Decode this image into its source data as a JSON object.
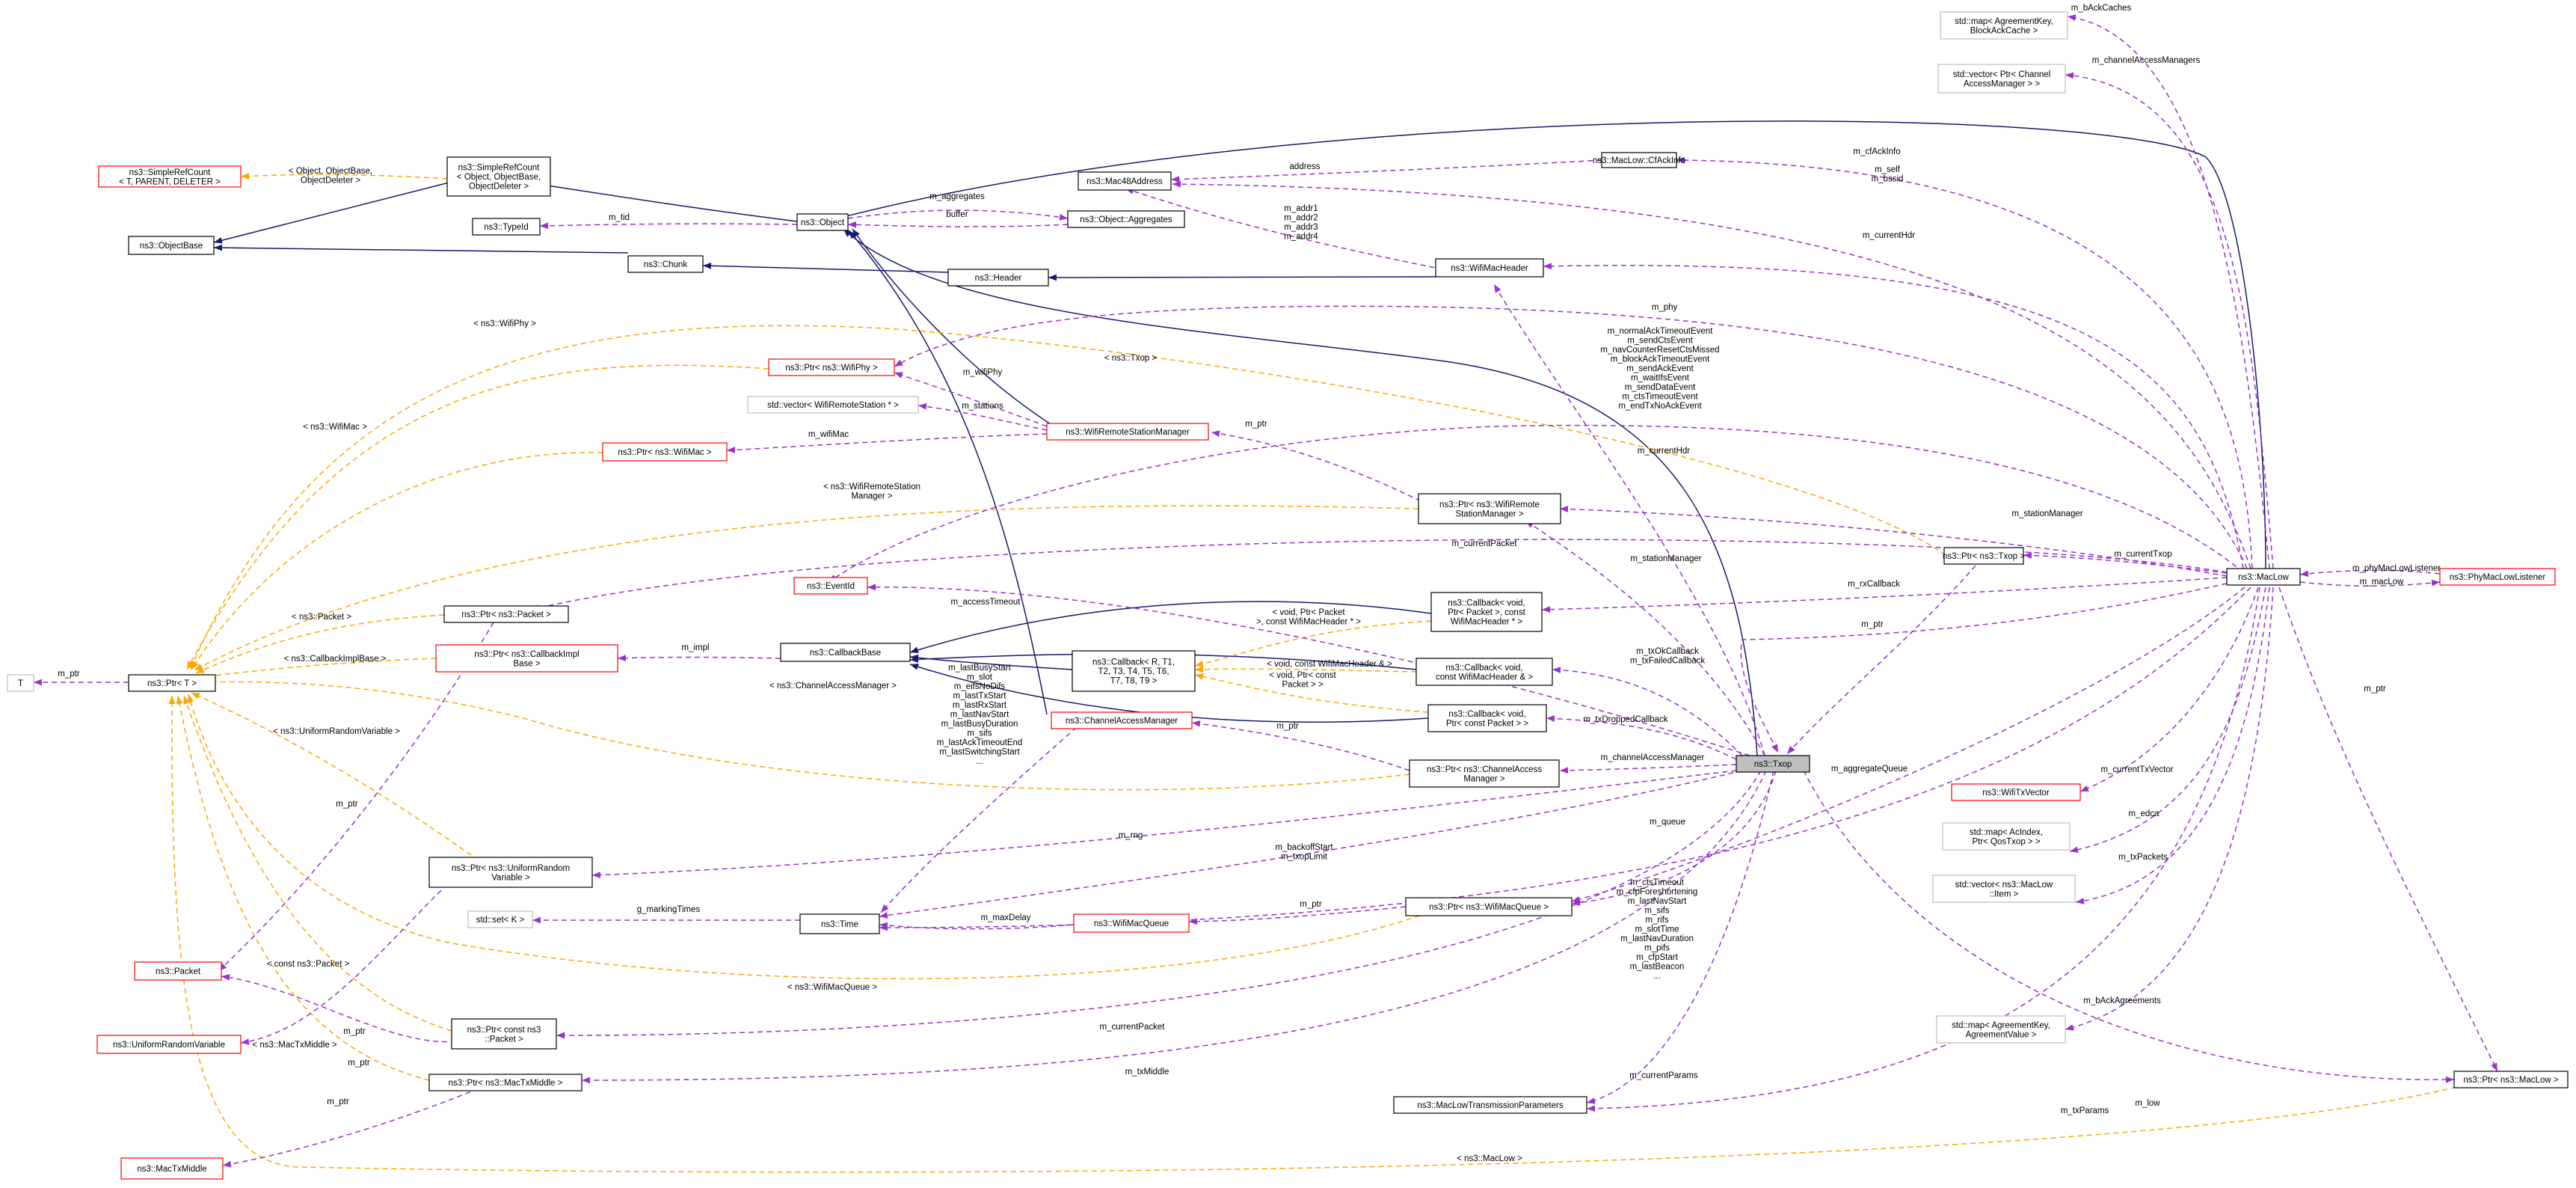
{
  "diagram": {
    "nodes": [
      {
        "id": "n_simplerefcount_tpd",
        "lines": [
          "ns3::SimpleRefCount",
          "< T, PARENT, DELETER >"
        ],
        "style": "red"
      },
      {
        "id": "n_objectbase",
        "lines": [
          "ns3::ObjectBase"
        ],
        "style": "black"
      },
      {
        "id": "n_simplerefcount_obj",
        "lines": [
          "ns3::SimpleRefCount",
          "< Object, ObjectBase,",
          "ObjectDeleter >"
        ],
        "style": "black"
      },
      {
        "id": "n_typeid",
        "lines": [
          "ns3::TypeId"
        ],
        "style": "black"
      },
      {
        "id": "n_object",
        "lines": [
          "ns3::Object"
        ],
        "style": "black"
      },
      {
        "id": "n_mac48",
        "lines": [
          "ns3::Mac48Address"
        ],
        "style": "black"
      },
      {
        "id": "n_aggregates",
        "lines": [
          "ns3::Object::Aggregates"
        ],
        "style": "black"
      },
      {
        "id": "n_chunk",
        "lines": [
          "ns3::Chunk"
        ],
        "style": "black"
      },
      {
        "id": "n_header",
        "lines": [
          "ns3::Header"
        ],
        "style": "black"
      },
      {
        "id": "n_wifimacheader",
        "lines": [
          "ns3::WifiMacHeader"
        ],
        "style": "black"
      },
      {
        "id": "n_cfackinfo",
        "lines": [
          "ns3::MacLow::CfAckInfo"
        ],
        "style": "black"
      },
      {
        "id": "n_map_blockack",
        "lines": [
          "std::map< AgreementKey,",
          "BlockAckCache >"
        ],
        "style": "gray"
      },
      {
        "id": "n_vec_cam",
        "lines": [
          "std::vector< Ptr< Channel",
          "AccessManager > >"
        ],
        "style": "gray"
      },
      {
        "id": "n_ptr_wifiphy",
        "lines": [
          "ns3::Ptr< ns3::WifiPhy >"
        ],
        "style": "red"
      },
      {
        "id": "n_vec_wrs",
        "lines": [
          "std::vector< WifiRemoteStation * >"
        ],
        "style": "gray"
      },
      {
        "id": "n_ptr_wifimac",
        "lines": [
          "ns3::Ptr< ns3::WifiMac >"
        ],
        "style": "red"
      },
      {
        "id": "n_wrsm",
        "lines": [
          "ns3::WifiRemoteStationManager"
        ],
        "style": "red"
      },
      {
        "id": "n_ptr_wrsm",
        "lines": [
          "ns3::Ptr< ns3::WifiRemote",
          "StationManager >"
        ],
        "style": "black"
      },
      {
        "id": "n_eventid",
        "lines": [
          "ns3::EventId"
        ],
        "style": "red"
      },
      {
        "id": "n_ptr_packet",
        "lines": [
          "ns3::Ptr< ns3::Packet >"
        ],
        "style": "black"
      },
      {
        "id": "n_ptr_txop",
        "lines": [
          "ns3::Ptr< ns3::Txop >"
        ],
        "style": "black"
      },
      {
        "id": "n_maclow",
        "lines": [
          "ns3::MacLow"
        ],
        "style": "black"
      },
      {
        "id": "n_phymaclowlistener",
        "lines": [
          "ns3::PhyMacLowListener"
        ],
        "style": "red"
      },
      {
        "id": "n_cb_rx",
        "lines": [
          "ns3::Callback< void,",
          "Ptr< Packet >, const",
          "WifiMacHeader * >"
        ],
        "style": "black"
      },
      {
        "id": "n_T",
        "lines": [
          "T"
        ],
        "style": "gray"
      },
      {
        "id": "n_ptrT",
        "lines": [
          "ns3::Ptr< T >"
        ],
        "style": "black"
      },
      {
        "id": "n_ptr_cbimpl",
        "lines": [
          "ns3::Ptr< ns3::CallbackImpl",
          "Base >"
        ],
        "style": "red"
      },
      {
        "id": "n_callbackbase",
        "lines": [
          "ns3::CallbackBase"
        ],
        "style": "black"
      },
      {
        "id": "n_cb_generic",
        "lines": [
          "ns3::Callback< R, T1,",
          "T2, T3, T4, T5, T6,",
          "T7, T8, T9 >"
        ],
        "style": "black"
      },
      {
        "id": "n_cb_hdr",
        "lines": [
          "ns3::Callback< void,",
          "const WifiMacHeader & >"
        ],
        "style": "black"
      },
      {
        "id": "n_cb_dropped",
        "lines": [
          "ns3::Callback< void,",
          "Ptr< const Packet > >"
        ],
        "style": "black"
      },
      {
        "id": "n_cam",
        "lines": [
          "ns3::ChannelAccessManager"
        ],
        "style": "red"
      },
      {
        "id": "n_ptr_cam",
        "lines": [
          "ns3::Ptr< ns3::ChannelAccess",
          "Manager >"
        ],
        "style": "black"
      },
      {
        "id": "n_txop",
        "lines": [
          "ns3::Txop"
        ],
        "style": "filled"
      },
      {
        "id": "n_wifitxvector",
        "lines": [
          "ns3::WifiTxVector"
        ],
        "style": "red"
      },
      {
        "id": "n_map_edca",
        "lines": [
          "std::map< AcIndex,",
          "Ptr< QosTxop > >"
        ],
        "style": "gray"
      },
      {
        "id": "n_vec_item",
        "lines": [
          "std::vector< ns3::MacLow",
          "::Item >"
        ],
        "style": "gray"
      },
      {
        "id": "n_ptr_urv",
        "lines": [
          "ns3::Ptr< ns3::UniformRandom",
          "Variable >"
        ],
        "style": "black"
      },
      {
        "id": "n_set_k",
        "lines": [
          "std::set< K >"
        ],
        "style": "gray"
      },
      {
        "id": "n_time",
        "lines": [
          "ns3::Time"
        ],
        "style": "black"
      },
      {
        "id": "n_wifimacqueue",
        "lines": [
          "ns3::WifiMacQueue"
        ],
        "style": "red"
      },
      {
        "id": "n_ptr_wmq",
        "lines": [
          "ns3::Ptr< ns3::WifiMacQueue >"
        ],
        "style": "black"
      },
      {
        "id": "n_packet",
        "lines": [
          "ns3::Packet"
        ],
        "style": "red"
      },
      {
        "id": "n_urv",
        "lines": [
          "ns3::UniformRandomVariable"
        ],
        "style": "red"
      },
      {
        "id": "n_ptr_cpacket",
        "lines": [
          "ns3::Ptr< const ns3",
          "::Packet >"
        ],
        "style": "black"
      },
      {
        "id": "n_ptr_mtm",
        "lines": [
          "ns3::Ptr< ns3::MacTxMiddle >"
        ],
        "style": "black"
      },
      {
        "id": "n_map_agree",
        "lines": [
          "std::map< AgreementKey,",
          "AgreementValue >"
        ],
        "style": "gray"
      },
      {
        "id": "n_mtm",
        "lines": [
          "ns3::MacTxMiddle"
        ],
        "style": "red"
      },
      {
        "id": "n_mltp",
        "lines": [
          "ns3::MacLowTransmissionParameters"
        ],
        "style": "black"
      },
      {
        "id": "n_ptr_maclow",
        "lines": [
          "ns3::Ptr< ns3::MacLow >"
        ],
        "style": "black"
      }
    ],
    "edge_labels": [
      {
        "id": "l_obj_obdel",
        "lines": [
          "< Object, ObjectBase,",
          "ObjectDeleter >"
        ],
        "color": "#000000"
      },
      {
        "id": "l_tid",
        "lines": [
          "m_tid"
        ],
        "color": "#000000"
      },
      {
        "id": "l_aggregates",
        "lines": [
          "m_aggregates"
        ],
        "color": "#000000"
      },
      {
        "id": "l_buffer",
        "lines": [
          "buffer"
        ],
        "color": "#000000"
      },
      {
        "id": "l_address",
        "lines": [
          "address"
        ],
        "color": "#000000"
      },
      {
        "id": "l_addr",
        "lines": [
          "m_addr1",
          "m_addr2",
          "m_addr3",
          "m_addr4"
        ],
        "color": "#000000"
      },
      {
        "id": "l_cfackinfo",
        "lines": [
          "m_cfAckInfo"
        ],
        "color": "#000000"
      },
      {
        "id": "l_self",
        "lines": [
          "m_self",
          "m_bssid"
        ],
        "color": "#000000"
      },
      {
        "id": "l_backcaches",
        "lines": [
          "m_bAckCaches"
        ],
        "color": "#000000"
      },
      {
        "id": "l_cams",
        "lines": [
          "m_channelAccessManagers"
        ],
        "color": "#000000"
      },
      {
        "id": "l_currenthdr1",
        "lines": [
          "m_currentHdr"
        ],
        "color": "#000000"
      },
      {
        "id": "l_phy",
        "lines": [
          "m_phy"
        ],
        "color": "#000000"
      },
      {
        "id": "l_events",
        "lines": [
          "m_normalAckTimeoutEvent",
          "m_sendCtsEvent",
          "m_navCounterResetCtsMissed",
          "m_blockAckTimeoutEvent",
          "m_sendAckEvent",
          "m_waitIfsEvent",
          "m_sendDataEvent",
          "m_ctsTimeoutEvent",
          "m_endTxNoAckEvent"
        ],
        "color": "#000000"
      },
      {
        "id": "l_t_wifiphy",
        "lines": [
          "< ns3::WifiPhy >"
        ],
        "color": "#000000"
      },
      {
        "id": "l_t_txop",
        "lines": [
          "< ns3::Txop >"
        ],
        "color": "#000000"
      },
      {
        "id": "l_wifiphy",
        "lines": [
          "m_wifiPhy"
        ],
        "color": "#000000"
      },
      {
        "id": "l_stations",
        "lines": [
          "m_stations"
        ],
        "color": "#000000"
      },
      {
        "id": "l_t_wifimac",
        "lines": [
          "< ns3::WifiMac >"
        ],
        "color": "#000000"
      },
      {
        "id": "l_wifimac",
        "lines": [
          "m_wifiMac"
        ],
        "color": "#000000"
      },
      {
        "id": "l_ptr_wrs",
        "lines": [
          "m_ptr"
        ],
        "color": "#000000"
      },
      {
        "id": "l_currenthdr2",
        "lines": [
          "m_currentHdr"
        ],
        "color": "#000000"
      },
      {
        "id": "l_t_wrsm",
        "lines": [
          "< ns3::WifiRemoteStation",
          "Manager >"
        ],
        "color": "#000000"
      },
      {
        "id": "l_currentpacket1",
        "lines": [
          "m_currentPacket"
        ],
        "color": "#000000"
      },
      {
        "id": "l_stationmanager1",
        "lines": [
          "m_stationManager"
        ],
        "color": "#000000"
      },
      {
        "id": "l_stationmanager2",
        "lines": [
          "m_stationManager"
        ],
        "color": "#000000"
      },
      {
        "id": "l_currenttxop",
        "lines": [
          "m_currentTxop"
        ],
        "color": "#000000"
      },
      {
        "id": "l_phymaclowlistener",
        "lines": [
          "m_phyMacLowListener"
        ],
        "color": "#000000"
      },
      {
        "id": "l_maclow",
        "lines": [
          "m_macLow"
        ],
        "color": "#000000"
      },
      {
        "id": "l_rxcallback",
        "lines": [
          "m_rxCallback"
        ],
        "color": "#000000"
      },
      {
        "id": "l_t_packet",
        "lines": [
          "< ns3::Packet >"
        ],
        "color": "#000000"
      },
      {
        "id": "l_accesstimeout",
        "lines": [
          "m_accessTimeout"
        ],
        "color": "#000000"
      },
      {
        "id": "l_t_cbvoid_pkt",
        "lines": [
          "< void, Ptr< Packet",
          ">, const WifiMacHeader * >"
        ],
        "color": "#000000"
      },
      {
        "id": "l_ptr_txop",
        "lines": [
          "m_ptr"
        ],
        "color": "#000000"
      },
      {
        "id": "l_t_cbimpl",
        "lines": [
          "< ns3::CallbackImplBase >"
        ],
        "color": "#000000"
      },
      {
        "id": "l_impl",
        "lines": [
          "m_impl"
        ],
        "color": "#000000"
      },
      {
        "id": "l_t_cbvoid_hdr",
        "lines": [
          "< void, const WifiMacHeader & >"
        ],
        "color": "#000000"
      },
      {
        "id": "l_txok",
        "lines": [
          "m_txOkCallback",
          "m_txFailedCallback"
        ],
        "color": "#000000"
      },
      {
        "id": "l_ptr_T",
        "lines": [
          "m_ptr"
        ],
        "color": "#000000"
      },
      {
        "id": "l_t_cbvoid_cpkt",
        "lines": [
          "< void, Ptr< const",
          "Packet > >"
        ],
        "color": "#000000"
      },
      {
        "id": "l_t_cam",
        "lines": [
          "< ns3::ChannelAccessManager >"
        ],
        "color": "#000000"
      },
      {
        "id": "l_lastbusy",
        "lines": [
          "m_lastBusyStart",
          "m_slot",
          "m_eifsNoDifs",
          "m_lastTxStart",
          "m_lastRxStart",
          "m_lastNavStart",
          "m_lastBusyDuration",
          "m_sifs",
          "m_lastAckTimeoutEnd",
          "m_lastSwitchingStart",
          "..."
        ],
        "color": "#000000"
      },
      {
        "id": "l_droppedcb",
        "lines": [
          "m_txDroppedCallback"
        ],
        "color": "#000000"
      },
      {
        "id": "l_ptr_cam",
        "lines": [
          "m_ptr"
        ],
        "color": "#000000"
      },
      {
        "id": "l_cam",
        "lines": [
          "m_channelAccessManager"
        ],
        "color": "#000000"
      },
      {
        "id": "l_aggqueue",
        "lines": [
          "m_aggregateQueue"
        ],
        "color": "#000000"
      },
      {
        "id": "l_t_urv",
        "lines": [
          "< ns3::UniformRandomVariable >"
        ],
        "color": "#000000"
      },
      {
        "id": "l_ptr_pkt",
        "lines": [
          "m_ptr"
        ],
        "color": "#000000"
      },
      {
        "id": "l_currenttxvector",
        "lines": [
          "m_currentTxVector"
        ],
        "color": "#000000"
      },
      {
        "id": "l_edca",
        "lines": [
          "m_edca"
        ],
        "color": "#000000"
      },
      {
        "id": "l_rng",
        "lines": [
          "m_rng"
        ],
        "color": "#000000"
      },
      {
        "id": "l_queue",
        "lines": [
          "m_queue"
        ],
        "color": "#000000"
      },
      {
        "id": "l_backoff",
        "lines": [
          "m_backoffStart",
          "m_txopLimit"
        ],
        "color": "#000000"
      },
      {
        "id": "l_txpackets",
        "lines": [
          "m_txPackets"
        ],
        "color": "#000000"
      },
      {
        "id": "l_ptr_low",
        "lines": [
          "m_ptr"
        ],
        "color": "#000000"
      },
      {
        "id": "l_markingtimes",
        "lines": [
          "g_markingTimes"
        ],
        "color": "#000000"
      },
      {
        "id": "l_maxdelay",
        "lines": [
          "m_maxDelay"
        ],
        "color": "#000000"
      },
      {
        "id": "l_ptr_wmq",
        "lines": [
          "m_ptr"
        ],
        "color": "#000000"
      },
      {
        "id": "l_ctstimeout",
        "lines": [
          "m_ctsTimeout",
          "m_cfpForeshortening",
          "m_lastNavStart",
          "m_sifs",
          "m_rifs",
          "m_slotTime",
          "m_lastNavDuration",
          "m_pifs",
          "m_cfpStart",
          "m_lastBeacon",
          "..."
        ],
        "color": "#000000"
      },
      {
        "id": "l_t_cpacket",
        "lines": [
          "< const ns3::Packet >"
        ],
        "color": "#000000"
      },
      {
        "id": "l_t_wmq",
        "lines": [
          "< ns3::WifiMacQueue >"
        ],
        "color": "#000000"
      },
      {
        "id": "l_ptr_urv",
        "lines": [
          "m_ptr"
        ],
        "color": "#000000"
      },
      {
        "id": "l_t_mtm",
        "lines": [
          "< ns3::MacTxMiddle >"
        ],
        "color": "#000000"
      },
      {
        "id": "l_currentpacket2",
        "lines": [
          "m_currentPacket"
        ],
        "color": "#000000"
      },
      {
        "id": "l_backagreements",
        "lines": [
          "m_bAckAgreements"
        ],
        "color": "#000000"
      },
      {
        "id": "l_ptr_cpkt",
        "lines": [
          "m_ptr"
        ],
        "color": "#000000"
      },
      {
        "id": "l_txmiddle",
        "lines": [
          "m_txMiddle"
        ],
        "color": "#000000"
      },
      {
        "id": "l_ptr_mtm",
        "lines": [
          "m_ptr"
        ],
        "color": "#000000"
      },
      {
        "id": "l_currentparams",
        "lines": [
          "m_currentParams"
        ],
        "color": "#000000"
      },
      {
        "id": "l_txparams",
        "lines": [
          "m_txParams"
        ],
        "color": "#000000"
      },
      {
        "id": "l_low",
        "lines": [
          "m_low"
        ],
        "color": "#000000"
      },
      {
        "id": "l_t_maclow",
        "lines": [
          "< ns3::MacLow >"
        ],
        "color": "#000000"
      }
    ]
  }
}
